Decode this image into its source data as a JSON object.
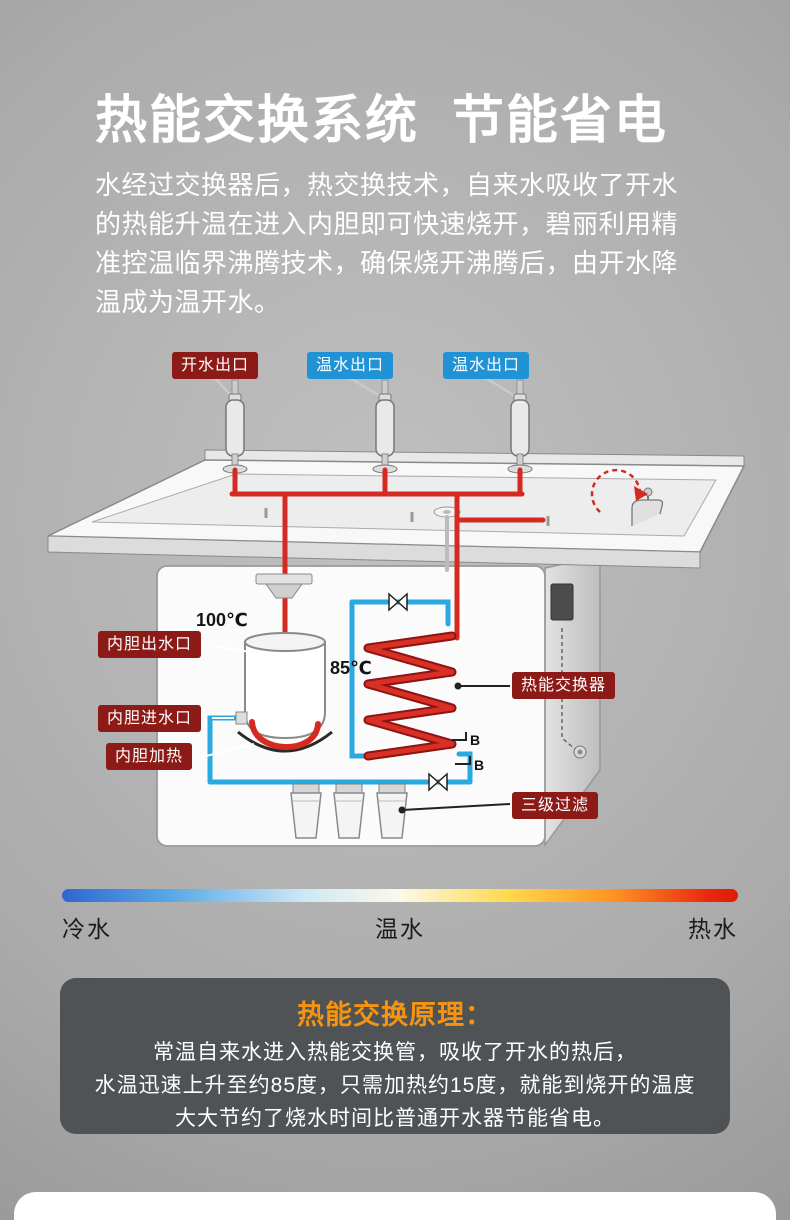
{
  "header": {
    "title": "热能交换系统  节能省电",
    "intro": "水经过交换器后，热交换技术，自来水吸收了开水的热能升温在进入内胆即可快速烧开，碧丽利用精准控温临界沸腾技术，确保烧开沸腾后，由开水降温成为温开水。"
  },
  "diagram": {
    "outlets": [
      {
        "label": "开水出口",
        "type": "hot"
      },
      {
        "label": "温水出口",
        "type": "warm"
      },
      {
        "label": "温水出口",
        "type": "warm"
      }
    ],
    "temps": {
      "boiling": "100℃",
      "preheated": "85℃"
    },
    "part_labels": {
      "tank_outlet": "内胆出水口",
      "tank_inlet": "内胆进水口",
      "tank_heater": "内胆加热",
      "heat_exchanger": "热能交换器",
      "filter": "三级过滤"
    },
    "markers": {
      "b1": "B",
      "b2": "B"
    }
  },
  "legend": {
    "cold": "冷水",
    "warm": "温水",
    "hot": "热水"
  },
  "principle": {
    "title": "热能交换原理：",
    "lines": [
      "常温自来水进入热能交换管，吸收了开水的热后，",
      "水温迅速上升至约85度，只需加热约15度，就能到烧开的温度",
      "大大节约了烧水时间比普通开水器节能省电。"
    ]
  },
  "colors": {
    "hot_badge": "#8c1a17",
    "warm_badge": "#1f93d6",
    "pipe_hot": "#d42a22",
    "pipe_cold": "#2aa9e0",
    "accent_orange": "#f6930f"
  }
}
